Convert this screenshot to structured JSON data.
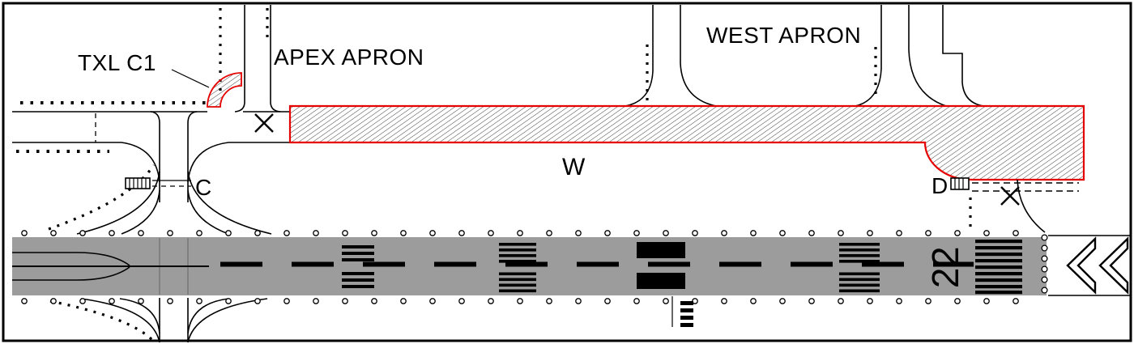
{
  "labels": {
    "txl_c1": "TXL C1",
    "apex_apron": "APEX APRON",
    "west_apron": "WEST APRON",
    "taxiway_w": "W",
    "taxiway_c": "C",
    "taxiway_d": "D",
    "runway_designator": "22"
  },
  "colors": {
    "closure": "#e60000",
    "runway": "#9c9c9c",
    "ink": "#000000",
    "paper": "#ffffff"
  }
}
